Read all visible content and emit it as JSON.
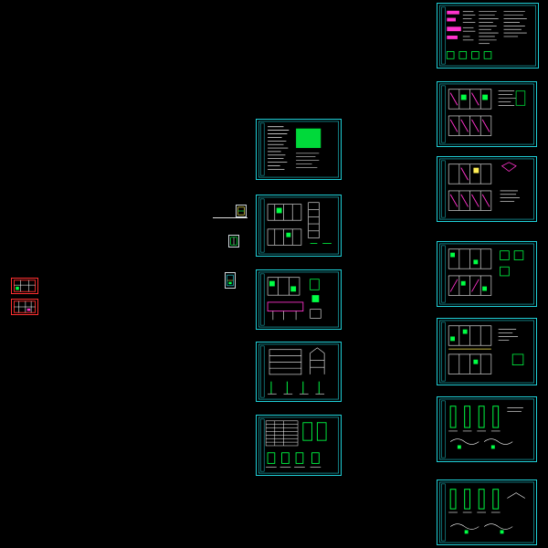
{
  "canvas": {
    "background": "#000000"
  },
  "colors": {
    "frame": "#1fd0d8",
    "linework": "#ffffff",
    "accent_green": "#00ff44",
    "accent_magenta": "#ff33cc",
    "accent_red": "#ff3030",
    "accent_yellow": "#ffee55",
    "mini_frame": "#cfd8dc"
  },
  "sheets": {
    "center_column": [
      {
        "kind": "notes"
      },
      {
        "kind": "plan-elevation"
      },
      {
        "kind": "plan-sections"
      },
      {
        "kind": "elevation-details"
      },
      {
        "kind": "tables-details"
      }
    ],
    "right_column": [
      {
        "kind": "notes-legend"
      },
      {
        "kind": "floor-plan"
      },
      {
        "kind": "floor-plan"
      },
      {
        "kind": "floor-plan"
      },
      {
        "kind": "floor-plan"
      },
      {
        "kind": "details"
      },
      {
        "kind": "details"
      }
    ]
  }
}
